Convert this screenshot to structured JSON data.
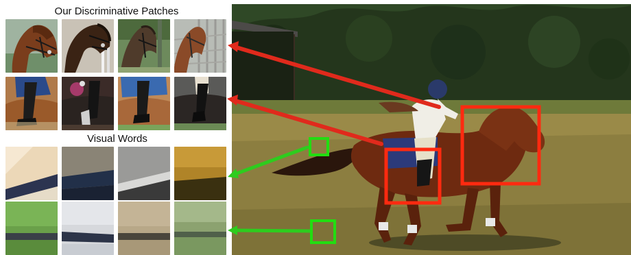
{
  "figure": {
    "title_top": "Our Discriminative Patches",
    "title_mid": "Visual Words"
  },
  "colors": {
    "patch_box": "#ff2a10",
    "word_box": "#22dd11",
    "patch_arrow": "#e02a1c",
    "word_arrow": "#2ecc1e"
  },
  "patches": {
    "discriminative": [
      {
        "row": 1,
        "col": 1,
        "content": "horse-head-bridle"
      },
      {
        "row": 1,
        "col": 2,
        "content": "dark-horse-head"
      },
      {
        "row": 1,
        "col": 3,
        "content": "horse-head-grey"
      },
      {
        "row": 1,
        "col": 4,
        "content": "horse-head-fence"
      },
      {
        "row": 2,
        "col": 1,
        "content": "rider-leg-saddle"
      },
      {
        "row": 2,
        "col": 2,
        "content": "rider-leg-dark"
      },
      {
        "row": 2,
        "col": 3,
        "content": "rider-leg-blue-saddle"
      },
      {
        "row": 2,
        "col": 4,
        "content": "rider-leg-black-horse"
      }
    ],
    "visual_words": [
      {
        "row": 1,
        "col": 1,
        "content": "texture-beige-diagonal"
      },
      {
        "row": 1,
        "col": 2,
        "content": "texture-grey-dark-band"
      },
      {
        "row": 1,
        "col": 3,
        "content": "texture-grey-edge"
      },
      {
        "row": 1,
        "col": 4,
        "content": "texture-gold-dark"
      },
      {
        "row": 2,
        "col": 1,
        "content": "texture-grass-bar"
      },
      {
        "row": 2,
        "col": 2,
        "content": "texture-white-road"
      },
      {
        "row": 2,
        "col": 3,
        "content": "texture-gravel"
      },
      {
        "row": 2,
        "col": 4,
        "content": "texture-grass-blur"
      }
    ]
  },
  "photo": {
    "subject": "horse-and-rider-galloping"
  }
}
